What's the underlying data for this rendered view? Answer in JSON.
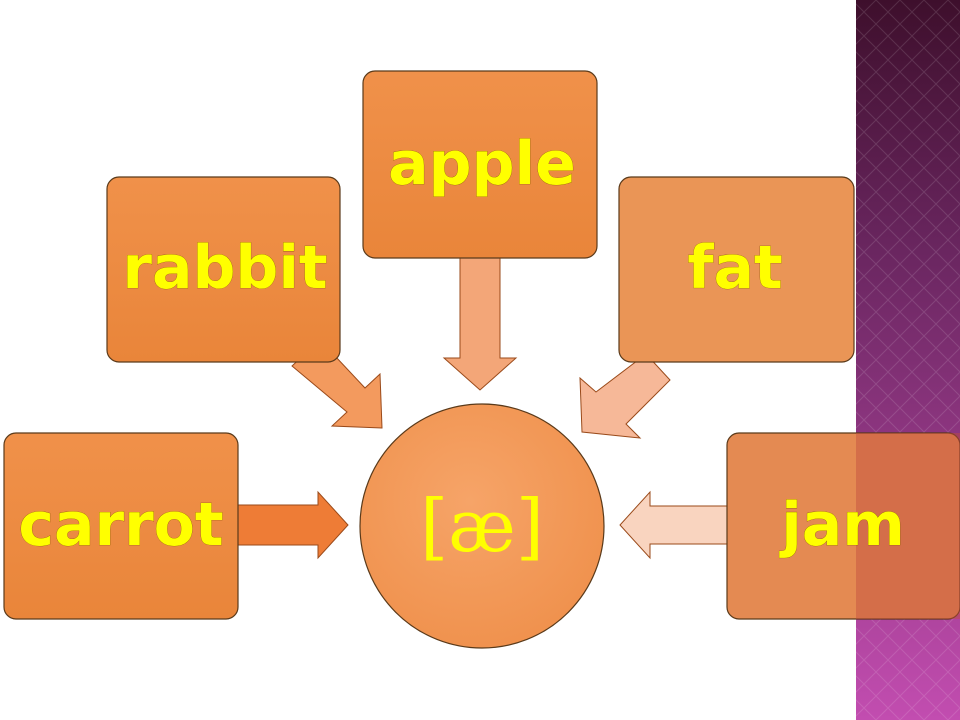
{
  "diagram": {
    "center": {
      "label": "[æ]"
    },
    "words": [
      {
        "id": "carrot",
        "label": "carrot"
      },
      {
        "id": "rabbit",
        "label": "rabbit"
      },
      {
        "id": "apple",
        "label": "apple"
      },
      {
        "id": "fat",
        "label": "fat"
      },
      {
        "id": "jam",
        "label": "jam"
      }
    ]
  },
  "colors": {
    "box_fill": "#ee8a3e",
    "box_border": "#5a3a1a",
    "circle_fill": "#f39a54",
    "text_yellow": "#ffff00",
    "arrow_dark": "#ee7c36",
    "arrow_light": "#f6bb96",
    "sidebar_purple": "#7a2e6c",
    "sidebar_magenta": "#c04aa8"
  }
}
